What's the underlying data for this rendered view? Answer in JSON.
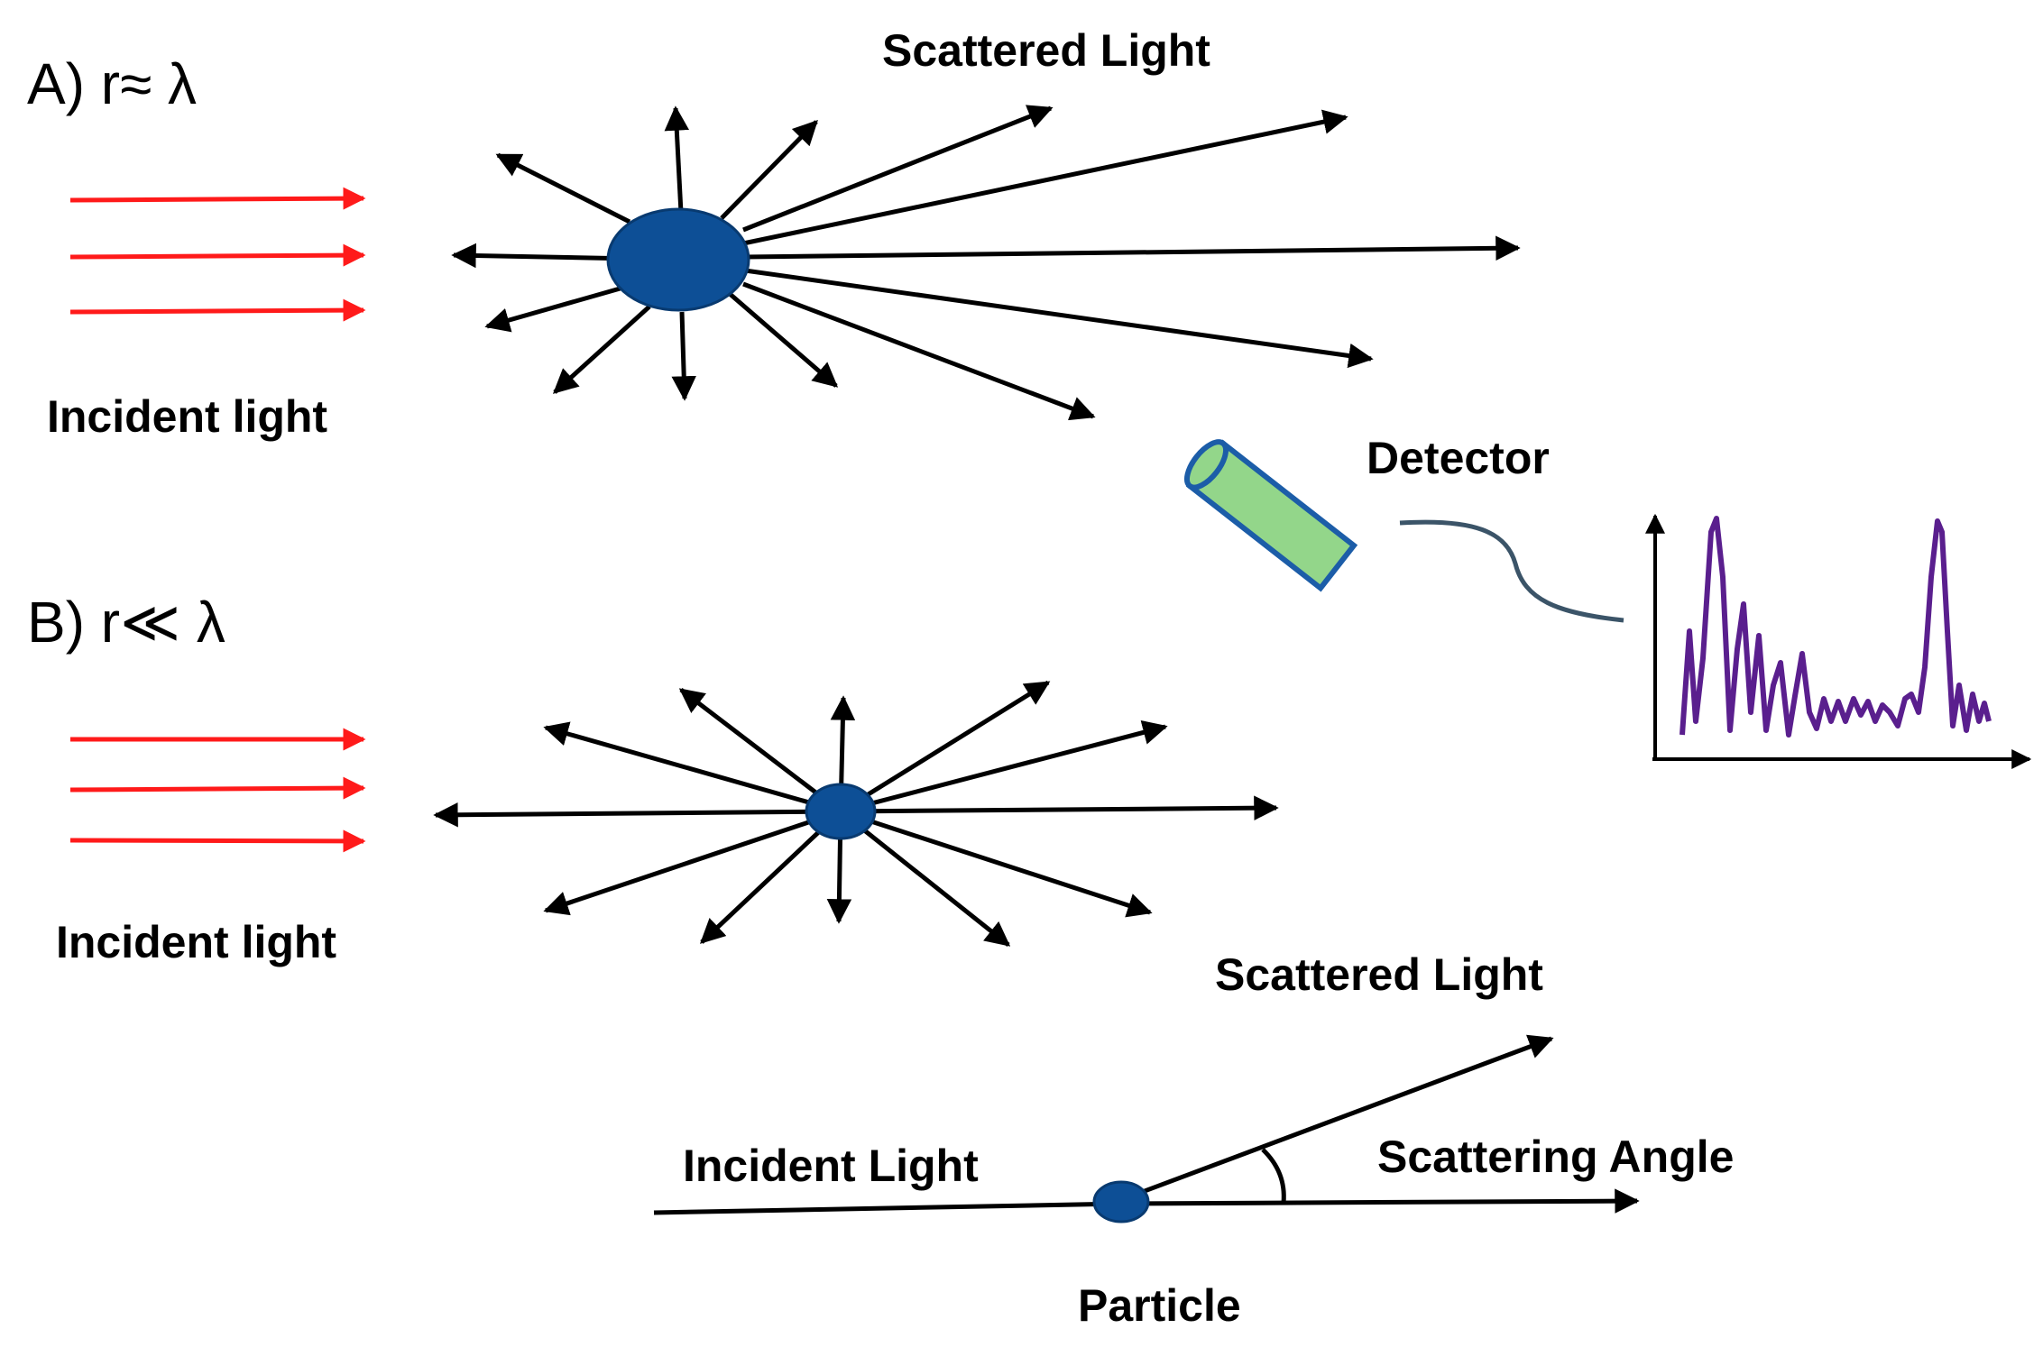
{
  "panel_a": {
    "label": "A) r≈ λ",
    "scattered_label": "Scattered Light",
    "incident_label": "Incident light"
  },
  "panel_b": {
    "label": "B) r≪ λ",
    "incident_label": "Incident light"
  },
  "detector": {
    "label": "Detector"
  },
  "geometry_inset": {
    "scattered_label": "Scattered Light",
    "incident_label": "Incident Light",
    "angle_label": "Scattering Angle",
    "particle_label": "Particle"
  },
  "colors": {
    "incident": "#ff1a1a",
    "particle": "#0d4f96",
    "particle_stroke": "#083a70",
    "detector_fill": "#93d68a",
    "detector_stroke": "#1c5da8",
    "signal": "#5a1f8e",
    "cable": "#3b5468",
    "arrow": "#000000"
  }
}
